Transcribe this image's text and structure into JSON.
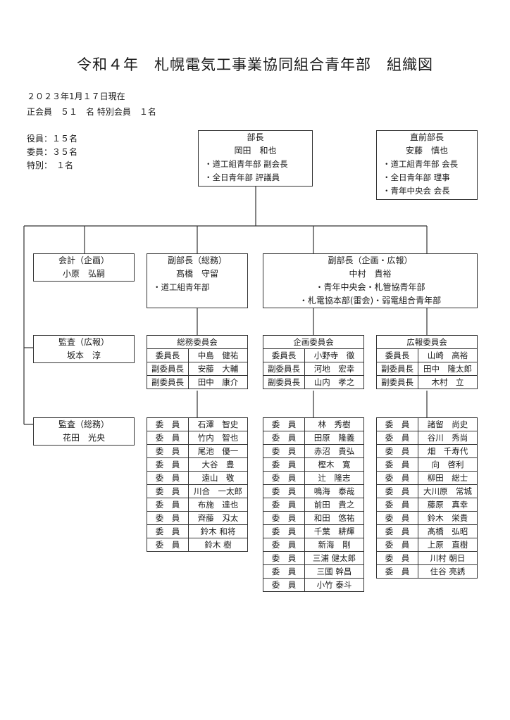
{
  "title": "令和４年　札幌電気工事業協同組合青年部　組織図",
  "date": "２０２３年1月１７日現在",
  "membership": "正会員　５１　名 特別会員　１名",
  "counts": [
    "役員：１５名",
    "委員：３５名",
    "特別：　１名"
  ],
  "bucho": {
    "role": "部長",
    "name": "岡田　和也",
    "posts": [
      "・道工組青年部 副会長",
      "・全日青年部 評議員"
    ]
  },
  "former": {
    "role": "直前部長",
    "name": "安藤　慎也",
    "posts": [
      "・道工組青年部 会長",
      "・全日青年部 理事",
      "・青年中央会 会長"
    ]
  },
  "kaikei": {
    "role": "会計（企画）",
    "name": "小原　弘嗣"
  },
  "fuku_somu": {
    "role": "副部長（総務）",
    "name": "髙橋　守留",
    "posts": [
      "・道工組青年部"
    ]
  },
  "fuku_kikaku": {
    "role": "副部長（企画・広報）",
    "name": "中村　貴裕",
    "posts": [
      "・青年中央会・札管協青年部",
      "・札電協本部(雷会)・弱電組合青年部"
    ]
  },
  "kansa1": {
    "role": "監査（広報）",
    "name": "坂本　淳"
  },
  "kansa2": {
    "role": "監査（総務）",
    "name": "花田　光央"
  },
  "committees": [
    {
      "name": "総務委員会",
      "leaders": [
        [
          "委員長",
          "中島　健祐"
        ],
        [
          "副委員長",
          "安藤　大輔"
        ],
        [
          "副委員長",
          "田中　康介"
        ]
      ],
      "members": [
        [
          "委　員",
          "石澤　智史"
        ],
        [
          "委　員",
          "竹内　智也"
        ],
        [
          "委　員",
          "尾池　優一"
        ],
        [
          "委　員",
          "大谷　豊"
        ],
        [
          "委　員",
          "遠山　敬"
        ],
        [
          "委　員",
          "川合　一太郎"
        ],
        [
          "委　員",
          "布施　達也"
        ],
        [
          "委　員",
          "齊藤　刄太"
        ],
        [
          "委　員",
          "鈴木 和将"
        ],
        [
          "委　員",
          "鈴木 樹"
        ]
      ]
    },
    {
      "name": "企画委員会",
      "leaders": [
        [
          "委員長",
          "小野寺　徹"
        ],
        [
          "副委員長",
          "河地　宏幸"
        ],
        [
          "副委員長",
          "山内　孝之"
        ]
      ],
      "members": [
        [
          "委　員",
          "林　秀樹"
        ],
        [
          "委　員",
          "田原　隆義"
        ],
        [
          "委　員",
          "赤沼　貴弘"
        ],
        [
          "委　員",
          "樫木　寛"
        ],
        [
          "委　員",
          "辻　隆志"
        ],
        [
          "委　員",
          "鳴海　泰哉"
        ],
        [
          "委　員",
          "前田　貴之"
        ],
        [
          "委　員",
          "和田　悠祐"
        ],
        [
          "委　員",
          "千葉　耕輝"
        ],
        [
          "委　員",
          "新海　剛"
        ],
        [
          "委　員",
          "三浦 健太郎"
        ],
        [
          "委　員",
          "三國 幹昌"
        ],
        [
          "委　員",
          "小竹 泰斗"
        ]
      ]
    },
    {
      "name": "広報委員会",
      "leaders": [
        [
          "委員長",
          "山崎　高裕"
        ],
        [
          "副委員長",
          "田中　隆太郎"
        ],
        [
          "副委員長",
          "木村　立"
        ]
      ],
      "members": [
        [
          "委　員",
          "諸留　尚史"
        ],
        [
          "委　員",
          "谷川　秀尚"
        ],
        [
          "委　員",
          "畑　千寿代"
        ],
        [
          "委　員",
          "向　啓利"
        ],
        [
          "委　員",
          "柳田　総士"
        ],
        [
          "委　員",
          "大川原　常城"
        ],
        [
          "委　員",
          "藤原　真幸"
        ],
        [
          "委　員",
          "鈴木　栄貴"
        ],
        [
          "委　員",
          "髙橋　弘昭"
        ],
        [
          "委　員",
          "上原　直樹"
        ],
        [
          "委　員",
          "川村 朝日"
        ],
        [
          "委　員",
          "住谷 亮誘"
        ]
      ]
    }
  ]
}
